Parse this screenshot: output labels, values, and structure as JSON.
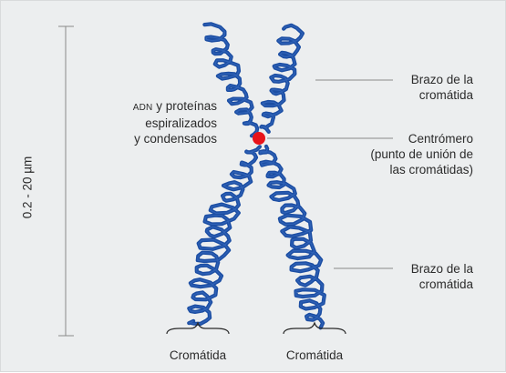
{
  "scale": {
    "label": "0.2 - 20 µm"
  },
  "labels": {
    "dna": {
      "small": "ADN",
      "line1_rest": " y proteínas",
      "line2": "espiralizados",
      "line3": "y condensados"
    },
    "arm_top": {
      "line1": "Brazo de la",
      "line2": "cromátida"
    },
    "centromere": {
      "line1": "Centrómero",
      "line2": "(punto de unión de",
      "line3": "las cromátidas)"
    },
    "arm_bottom": {
      "line1": "Brazo de la",
      "line2": "cromátida"
    },
    "chromatid_left": "Cromátida",
    "chromatid_right": "Cromátida"
  },
  "colors": {
    "chromatid": "#1c4ea3",
    "chromatid_highlight": "#3f73c8",
    "centromere": "#e8141b",
    "leader_line": "#8a8a8a",
    "background": "#eceeef"
  }
}
